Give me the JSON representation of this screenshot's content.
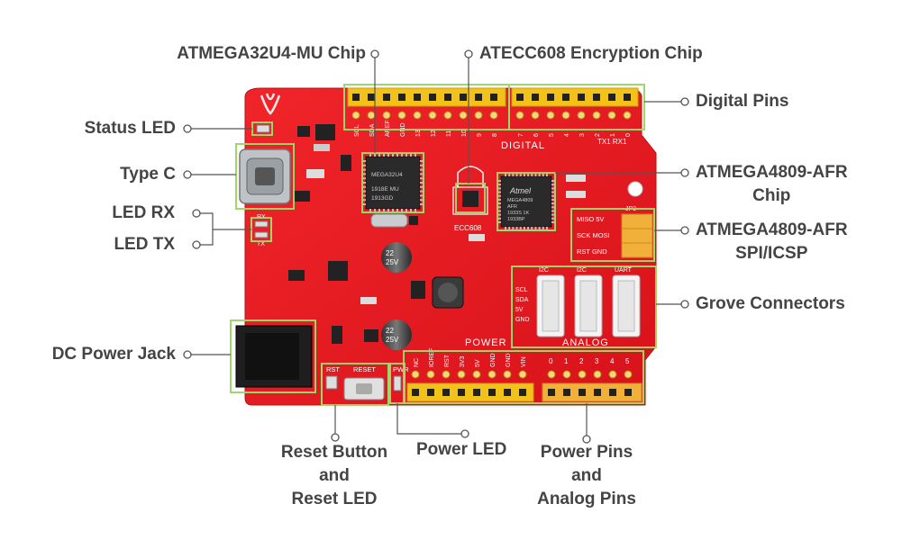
{
  "labels": {
    "atmega32u4": "ATMEGA32U4-MU Chip",
    "atecc608": "ATECC608 Encryption Chip",
    "digital_pins": "Digital Pins",
    "status_led": "Status LED",
    "type_c": "Type C",
    "atmega4809_chip": [
      "ATMEGA4809-AFR",
      "Chip"
    ],
    "led_rx": "LED RX",
    "led_tx": "LED TX",
    "atmega4809_spi": [
      "ATMEGA4809-AFR",
      "SPI/ICSP"
    ],
    "grove": "Grove Connectors",
    "dc_jack": "DC Power Jack",
    "reset": [
      "Reset Button",
      "and",
      "Reset LED"
    ],
    "power_led": "Power LED",
    "power_analog": [
      "Power Pins",
      "and",
      "Analog Pins"
    ]
  },
  "board_text": {
    "digital": "DIGITAL",
    "ecc": "ECC608",
    "power": "POWER",
    "analog": "ANALOG",
    "reset": "RESET",
    "rst": "RST",
    "pwr": "PWR",
    "rx": "RX",
    "tx": "TX",
    "jp3": "JP3",
    "top_pins_left": [
      "SCL",
      "SDA",
      "AREF",
      "GND",
      "13",
      "12",
      "11",
      "10",
      "9",
      "8"
    ],
    "top_pins_right": [
      "7",
      "6",
      "5",
      "4",
      "3",
      "2",
      "1",
      "0"
    ],
    "txrx": "TX1 RX1",
    "bottom_pins_left": [
      "NC",
      "IOREF",
      "RST",
      "3V3",
      "5V",
      "GND",
      "GND",
      "VIN"
    ],
    "bottom_pins_right": [
      "0",
      "1",
      "2",
      "3",
      "4",
      "5"
    ],
    "icsp": [
      "MISO 5V",
      "SCK MOSI",
      "RST GND"
    ],
    "grove_heads": [
      "I2C",
      "I2C",
      "UART"
    ],
    "grove_pins": [
      "SCL",
      "SDA",
      "5V",
      "GND"
    ],
    "chip1": [
      "MEGA32U4",
      "1918E  MU",
      "1913GD"
    ],
    "chip2": [
      "Atmel",
      "MEGA4809",
      "AFR",
      "1933S  1K",
      "1933BP"
    ],
    "cap": [
      "22",
      "25V"
    ]
  },
  "colors": {
    "board": "#e8161e",
    "highlight": "#9ed86a",
    "header_yellow": "#f2c21b",
    "header_orange": "#f0b03a",
    "label": "#444444",
    "leader": "#555555"
  }
}
